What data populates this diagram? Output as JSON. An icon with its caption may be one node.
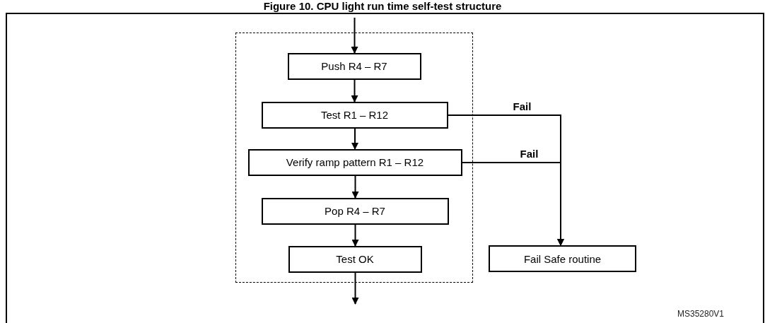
{
  "diagram": {
    "title": "Figure 10. CPU light run time self-test structure",
    "nodes": [
      {
        "text": [],
        "shape": "box"
      },
      {
        "text": [
          "Push R4 – R7"
        ],
        "in": 0
      },
      {
        "text": [
          "Test R1 – R12"
        ],
        "in": 0
      },
      {
        "text": [
          "Verify ramp pattern R1 – R12"
        ],
        "in": 0
      },
      {
        "text": [
          "Pop R4 – R7"
        ],
        "in": 0
      },
      {
        "text": [
          "Test OK"
        ],
        "in": 0
      },
      {
        "text": [
          "Fail Safe routine"
        ]
      }
    ],
    "edges": [
      {
        "from": null,
        "to": 1,
        "arrow": "to"
      },
      {
        "from": 1,
        "to": 2,
        "arrow": "to"
      },
      {
        "from": 2,
        "to": 3,
        "arrow": "to"
      },
      {
        "from": 3,
        "to": 4,
        "arrow": "to"
      },
      {
        "from": 4,
        "to": 5,
        "arrow": "to"
      },
      {
        "from": 5,
        "to": null,
        "arrow": "to"
      },
      {
        "from": 2,
        "to": 6,
        "arrow": "to",
        "label": "Fail"
      },
      {
        "from": 3,
        "to": 6,
        "arrow": "to",
        "label": "Fail"
      }
    ],
    "labels": [
      "MS35280V1"
    ]
  }
}
